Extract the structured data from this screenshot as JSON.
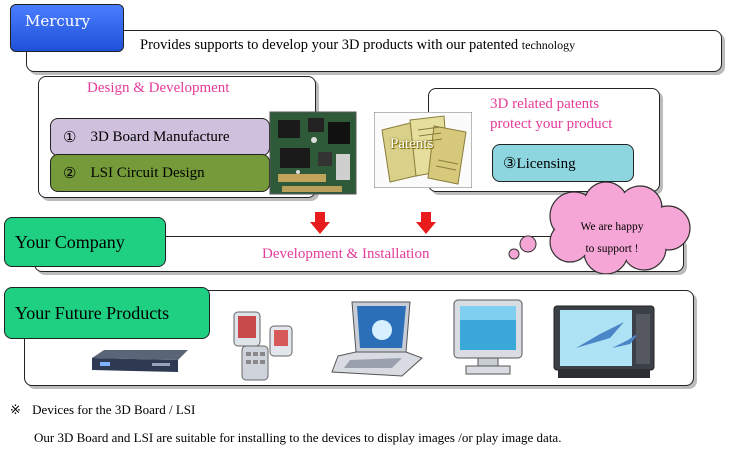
{
  "header": {
    "brand_label": "Mercury",
    "tagline": "Provides supports to develop your 3D products with our patented",
    "tagline_suffix": "technology"
  },
  "design": {
    "title": "Design & Development",
    "item1_marker": "①",
    "item1_label": "3D Board Manufacture",
    "item2_marker": "②",
    "item2_label": "LSI Circuit Design"
  },
  "patents": {
    "title_line1": "3D related patents",
    "title_line2": "protect your product",
    "doc_label": "Patents",
    "licensing_label": "③Licensing"
  },
  "company": {
    "label": "Your Company",
    "flow_label": "Development & Installation",
    "bubble_line1": "We are happy",
    "bubble_line2": "to support !"
  },
  "products": {
    "label": "Your Future Products",
    "devices": [
      "set-top-box",
      "mobile-phones",
      "laptop",
      "crt-monitor",
      "television"
    ]
  },
  "footer": {
    "note_marker": "※",
    "note_label": "Devices for the 3D Board / LSI",
    "description": "Our 3D Board and LSI are suitable for installing to the devices to display images /or play image data."
  },
  "colors": {
    "brand_blue": "#2f66e8",
    "purple": "#cfc0dd",
    "olive": "#759a3a",
    "teal": "#8ed6df",
    "green": "#1fd082",
    "magenta": "#e53c9a",
    "red_arrow": "#e81c1c",
    "cloud_pink": "#f6a6d6"
  }
}
